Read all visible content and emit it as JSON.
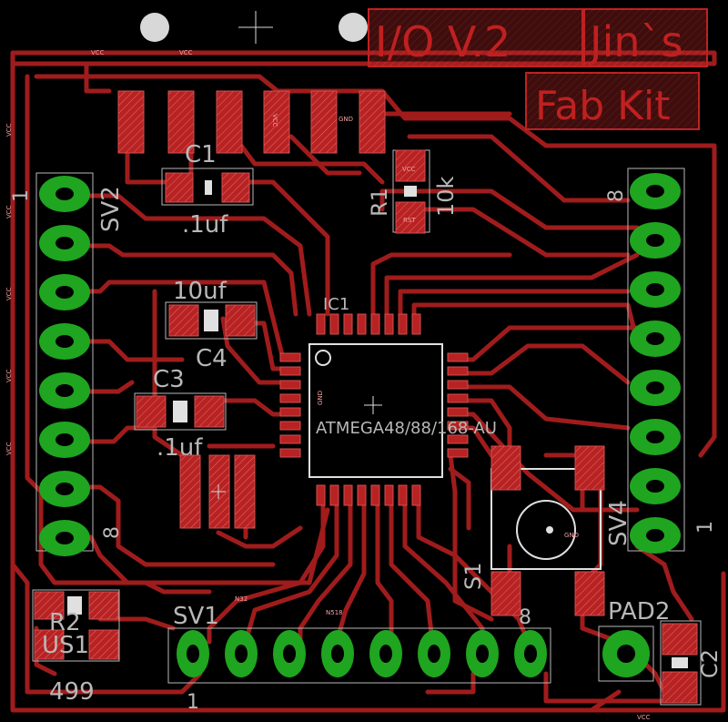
{
  "board": {
    "title_main": "I/O V.2",
    "title_author": "Jin`s",
    "title_kit": "Fab Kit",
    "colors": {
      "background": "#000000",
      "trace": "#a01c1c",
      "pad": "#b82222",
      "via_green": "#1fa51f",
      "silkscreen": "#b8b8b8"
    }
  },
  "components": {
    "ic1_name": "IC1",
    "ic1_value": "ATMEGA48/88/168-AU",
    "c1_name": "C1",
    "c1_value": ".1uf",
    "c3_name": "C3",
    "c3_value": ".1uf",
    "c4_name": "C4",
    "c4_value": "10uf",
    "r1_name": "R1",
    "r1_value": "10k",
    "r2_name": "R2",
    "r2_value": "499",
    "us1_name": "US1",
    "s1_name": "S1",
    "sv1_name": "SV1",
    "sv2_name": "SV2",
    "sv4_name": "SV4",
    "pad2_name": "PAD2",
    "c2_name": "C2"
  },
  "pin_numbers": {
    "sv2_pin1": "1",
    "sv2_pin8": "8",
    "sv4_pin8": "8",
    "sv4_pin1": "1",
    "sv1_pin1": "1",
    "sv1_pin8": "8"
  },
  "net_labels": {
    "vcc": "VCC",
    "gnd": "GND",
    "rst": "RST",
    "n32": "N32",
    "n518": "N518"
  }
}
